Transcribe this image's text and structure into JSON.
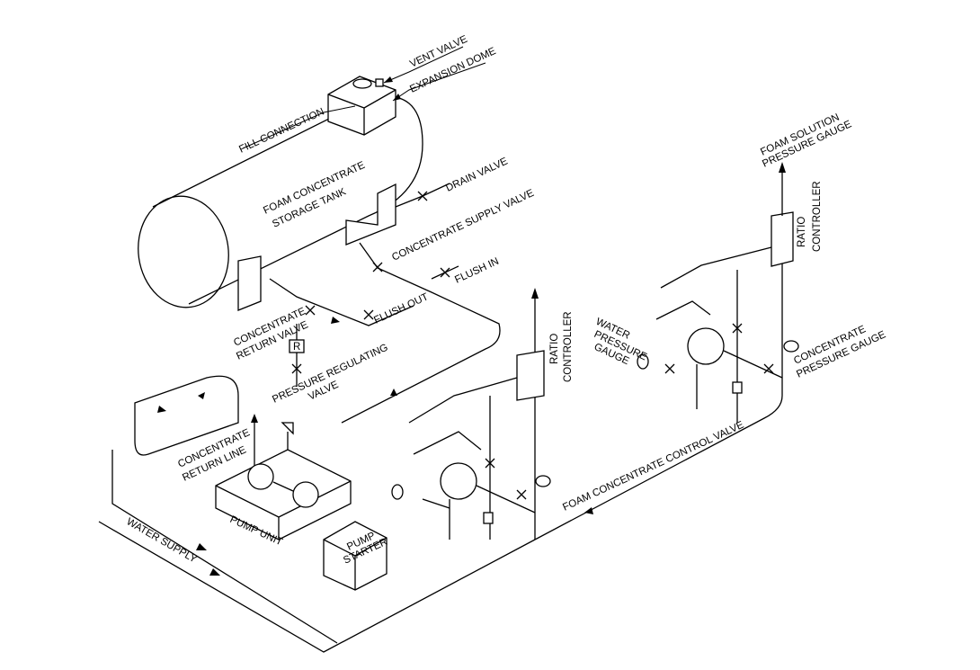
{
  "labels": {
    "vent_valve": "VENT VALVE",
    "expansion_dome": "EXPANSION DOME",
    "fill_connection": "FILL CONNECTION",
    "tank_line1": "FOAM CONCENTRATE",
    "tank_line2": "STORAGE TANK",
    "drain_valve": "DRAIN VALVE",
    "concentrate_supply_valve": "CONCENTRATE SUPPLY VALVE",
    "flush_in": "FLUSH IN",
    "flush_out": "FLUSH OUT",
    "concentrate_return_valve_1": "CONCENTRATE",
    "concentrate_return_valve_2": "RETURN VALVE",
    "regulator_letter": "R",
    "pressure_regulating_1": "PRESSURE REGULATING",
    "pressure_regulating_2": "VALVE",
    "concentrate_return_line_1": "CONCENTRATE",
    "concentrate_return_line_2": "RETURN LINE",
    "pump_unit": "PUMP UNIT",
    "pump_starter_1": "PUMP",
    "pump_starter_2": "STARTER",
    "water_supply": "WATER SUPPLY",
    "ratio_controller_1": "RATIO",
    "ratio_controller_2": "CONTROLLER",
    "foam_concentrate_control_valve": "FOAM CONCENTRATE CONTROL VALVE",
    "water_pressure_gauge_1": "WATER",
    "water_pressure_gauge_2": "PRESSURE",
    "water_pressure_gauge_3": "GAUGE",
    "ratio_controller_b_1": "RATIO",
    "ratio_controller_b_2": "CONTROLLER",
    "concentrate_pressure_gauge_1": "CONCENTRATE",
    "concentrate_pressure_gauge_2": "PRESSURE GAUGE",
    "foam_solution_gauge_1": "FOAM SOLUTION",
    "foam_solution_gauge_2": "PRESSURE GAUGE"
  },
  "colors": {
    "line": "#000000",
    "background": "#ffffff"
  }
}
